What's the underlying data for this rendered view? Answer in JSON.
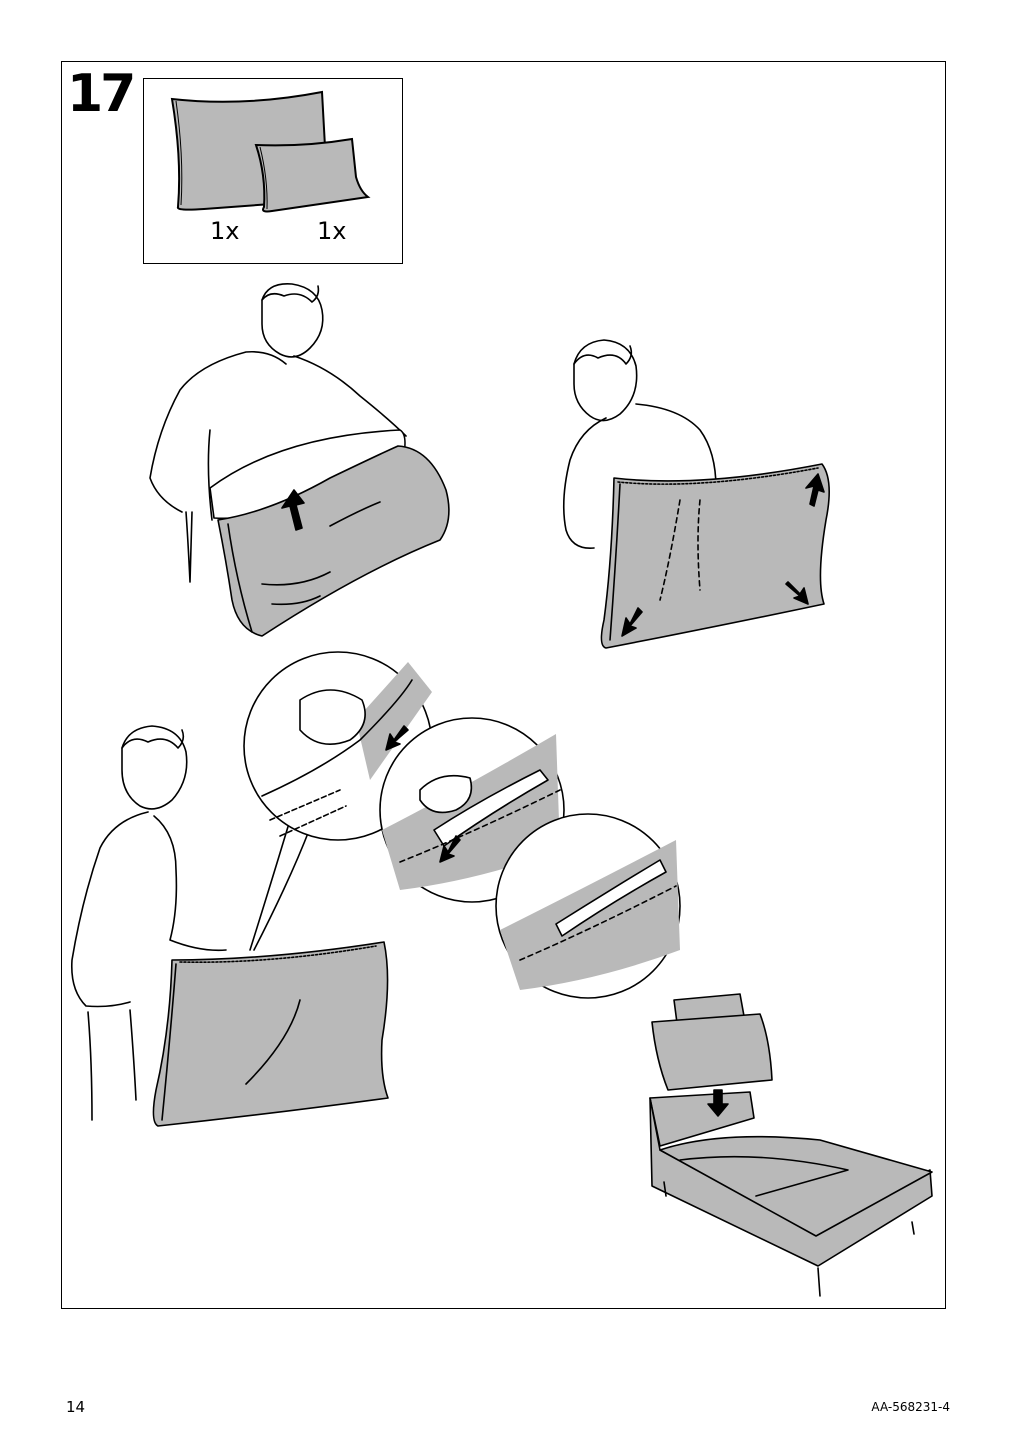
{
  "step": {
    "number": "17"
  },
  "parts": [
    {
      "name": "large-cushion-cover",
      "quantity": "1x"
    },
    {
      "name": "small-cushion-cover",
      "quantity": "1x"
    }
  ],
  "colors": {
    "fabric": "#b9b9b9",
    "line": "#000000",
    "paper": "#ffffff"
  },
  "footer": {
    "page_number": "14",
    "document_code": "AA-568231-4"
  }
}
